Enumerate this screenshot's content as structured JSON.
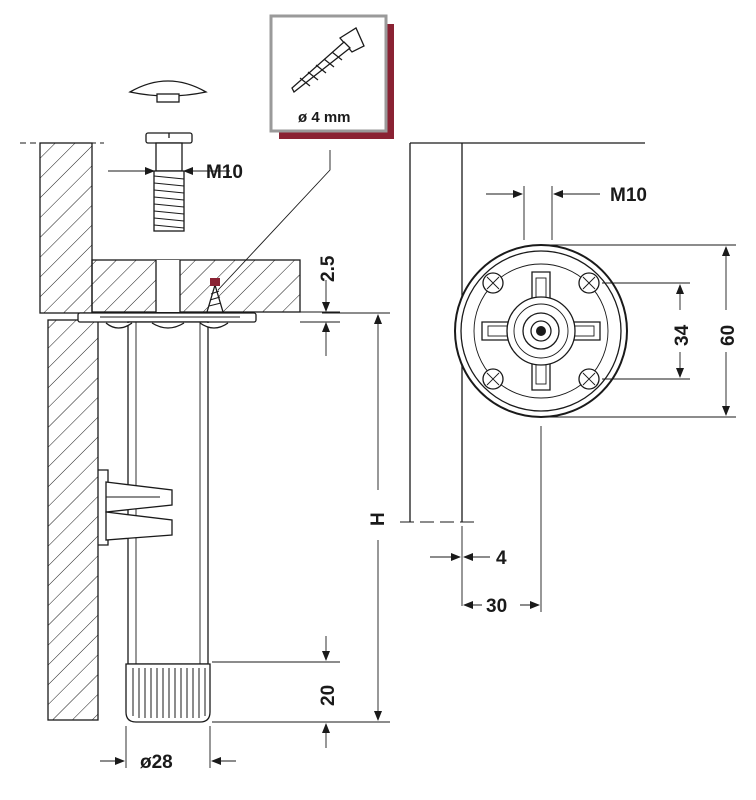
{
  "labels": {
    "screw_callout": "ø 4 mm",
    "thread_left": "M10",
    "thread_right": "M10",
    "plate_thickness": "2.5",
    "height": "H",
    "foot_height": "20",
    "diameter": "ø28",
    "plate_hole_spacing": "34",
    "plate_diameter": "60",
    "edge_offset": "4",
    "center_offset": "30"
  },
  "colors": {
    "line": "#1a1a1a",
    "callout_shadow": "#8a2233",
    "callout_border": "#9a9a9a"
  },
  "icons": {
    "callout": "wood-screw-icon"
  }
}
